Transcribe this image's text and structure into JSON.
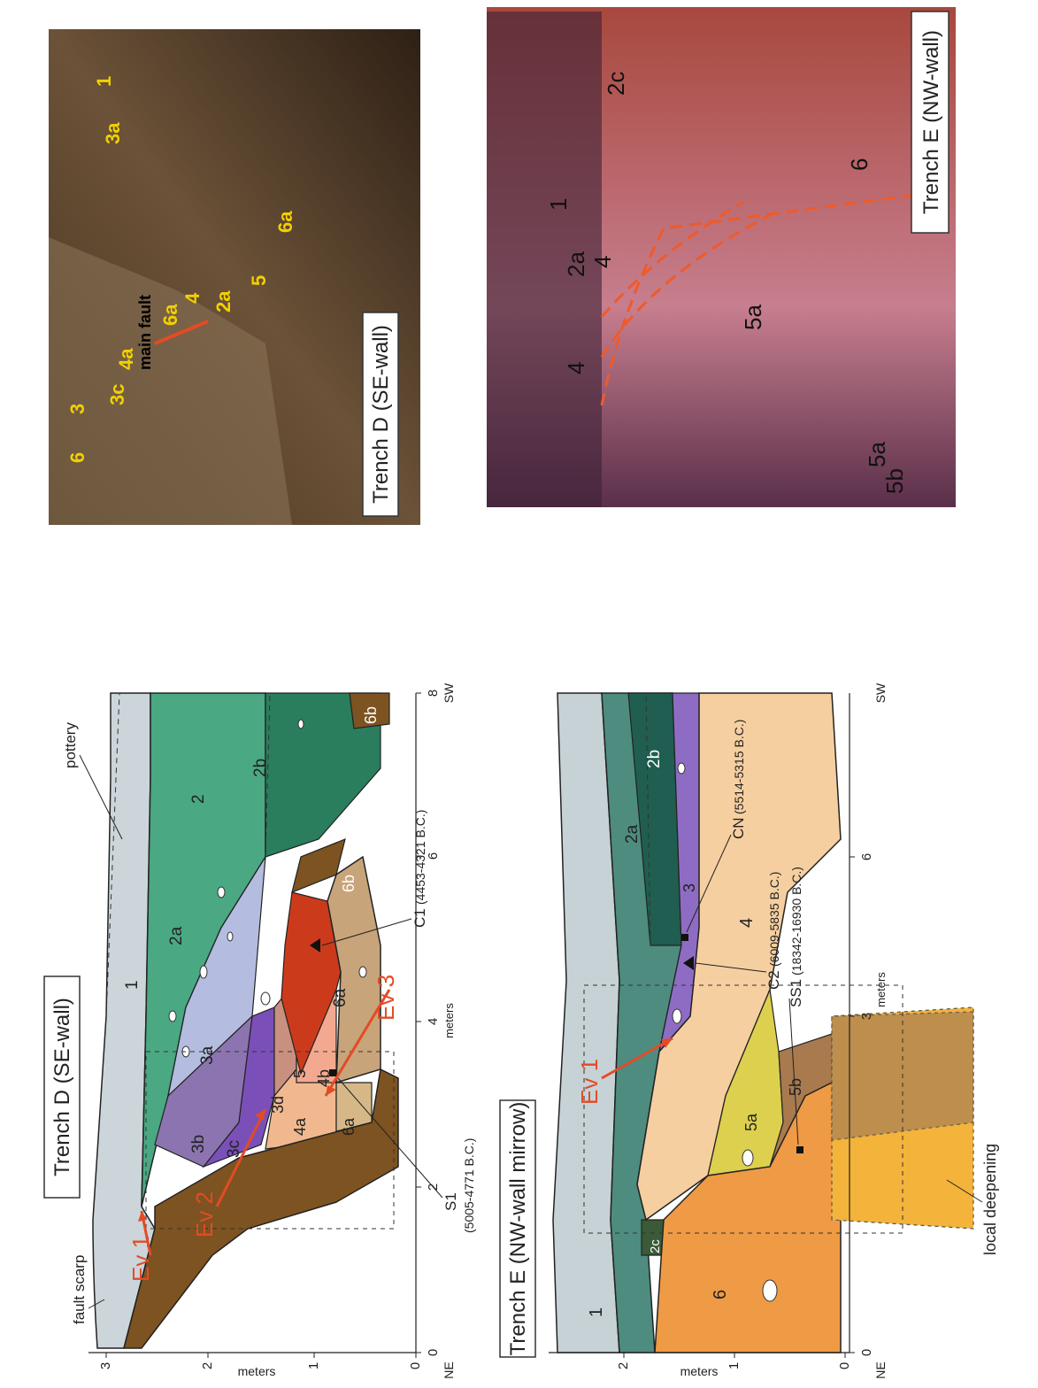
{
  "figure": {
    "trench_d": {
      "title": "Trench D (SE-wall)",
      "axis_x_label": "meters",
      "axis_y_label": "meters",
      "end_left": "NE",
      "end_right": "SW",
      "x_ticks": [
        "0",
        "2",
        "4",
        "6",
        "8"
      ],
      "y_ticks": [
        "0",
        "1",
        "2",
        "3"
      ],
      "units": [
        "1",
        "2",
        "2a",
        "2b",
        "3a",
        "3b",
        "3c",
        "3d",
        "4a",
        "4b",
        "5",
        "6a",
        "6a",
        "6b",
        "6b",
        "6b"
      ],
      "events": [
        "Ev 1",
        "Ev 2",
        "Ev 3"
      ],
      "annotations": {
        "fault_scarp": "fault scarp",
        "pottery": "pottery",
        "s1_label": "S1",
        "s1_date": "(5005-4771 B.C.)",
        "c1_label": "C1",
        "c1_date": "(4453-4321 B.C.)"
      }
    },
    "trench_e": {
      "title": "Trench E (NW-wall mirrow)",
      "axis_x_label": "meters",
      "axis_y_label": "meters",
      "end_left": "NE",
      "end_right": "SW",
      "x_ticks": [
        "0",
        "3",
        "6"
      ],
      "y_ticks": [
        "0",
        "1",
        "2"
      ],
      "units": [
        "1",
        "2a",
        "2b",
        "2c",
        "3",
        "4",
        "5a",
        "5b",
        "6"
      ],
      "events": [
        "Ev 1"
      ],
      "annotations": {
        "local_deepening": "local deepening",
        "cn_label": "CN",
        "cn_date": "(5514-5315 B.C.)",
        "c2_label": "C2",
        "c2_date": "(6009-5835 B.C.)",
        "ss1_label": "SS1",
        "ss1_date": "(18342-16930 B.C.)"
      }
    },
    "photo_d": {
      "caption": "Trench D (SE-wall)",
      "labels": [
        "1",
        "2a",
        "3",
        "3a",
        "3c",
        "4",
        "4a",
        "5",
        "6",
        "6a",
        "6a"
      ],
      "fault_label": "main fault"
    },
    "photo_e": {
      "caption": "Trench E (NW-wall)",
      "labels": [
        "1",
        "2a",
        "2c",
        "4",
        "4",
        "5a",
        "5a",
        "5b",
        "6"
      ]
    }
  }
}
